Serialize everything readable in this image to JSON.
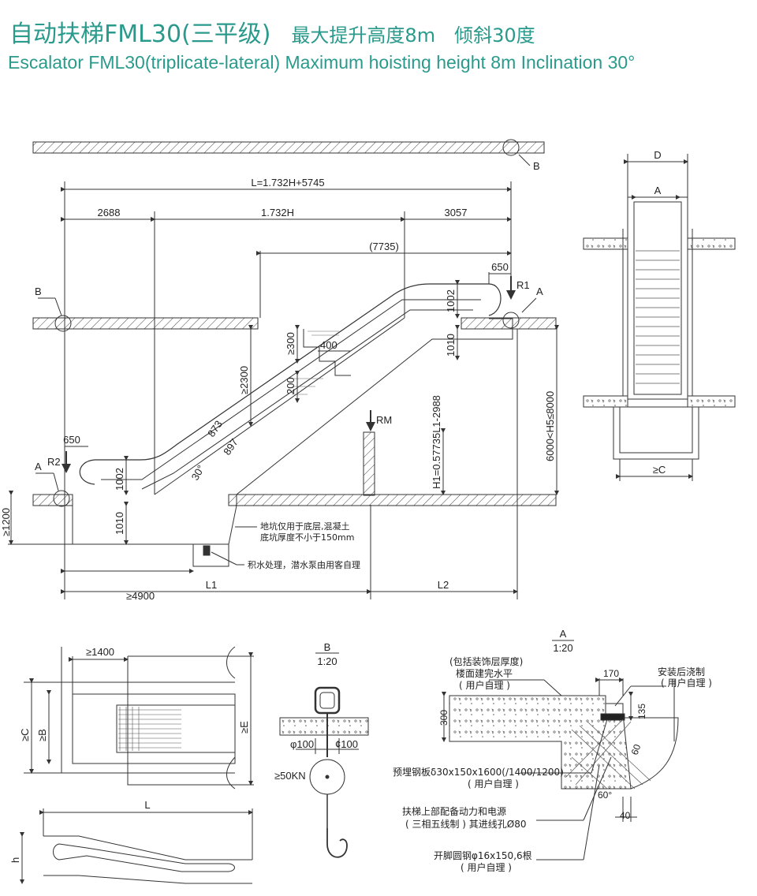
{
  "header": {
    "title_cn": "自动扶梯FML30(三平级)",
    "subtitle_cn": "最大提升高度8m　倾斜30度",
    "title_en": "Escalator FML30(triplicate-lateral)    Maximum hoisting height 8m Inclination 30°"
  },
  "colors": {
    "title": "#2a9a8c",
    "line": "#333333"
  },
  "side_view": {
    "dim_total": "L=1.732H+5745",
    "dim_left": "2688",
    "dim_mid": "1.732H",
    "dim_right": "3057",
    "dim_upper": "(7735)",
    "dim_650_top": "650",
    "dim_650_bottom": "650",
    "r1": "R1",
    "r2": "R2",
    "rm": "RM",
    "label_a_top": "A",
    "label_a_bottom": "A",
    "label_b_left": "B",
    "label_b_top": "B",
    "dim_1002_top": "1002",
    "dim_1010_top": "1010",
    "dim_1002_bottom": "1002",
    "dim_1010_bottom": "1010",
    "dim_300": "≥300",
    "dim_400": "400",
    "dim_200": "200",
    "dim_2300": "≥2300",
    "dim_873": "873",
    "dim_897": "897",
    "angle": "30°",
    "dim_h1": "H1=0.57735L1-2988",
    "dim_h5": "6000<H5≤8000",
    "dim_1200": "≥1200",
    "dim_4900": "≥4900",
    "dim_l1": "L1",
    "dim_l2": "L2",
    "note_pit_1": "地坑仅用于底层,混凝土",
    "note_pit_2": "底坑厚度不小于150mm",
    "note_water": "积水处理，潜水泵由用客自理"
  },
  "front_view": {
    "dim_d": "D",
    "dim_a": "A",
    "dim_c": "≥C"
  },
  "plan_view": {
    "dim_1400": "≥1400",
    "dim_c": "≥C",
    "dim_b": "≥B",
    "dim_e": "≥E",
    "dim_l": "L",
    "dim_h": "h"
  },
  "detail_b": {
    "label": "B",
    "scale": "1:20",
    "phi100": "φ100",
    "c100": "¢100",
    "load": "≥50KN"
  },
  "detail_a": {
    "label": "A",
    "scale": "1:20",
    "note_1": "(包括装饰层厚度)",
    "note_2": "楼面建完水平",
    "note_3": "( 用户自理 )",
    "note_install_1": "安装后浇制",
    "note_install_2": "( 用户自理 )",
    "dim_170": "170",
    "dim_135": "135",
    "dim_300": "300",
    "dim_60": "60",
    "angle_60": "60°",
    "dim_40": "40",
    "note_plate": "预埋钢板δ30x150x1600(/1400/1200)",
    "note_plate_2": "( 用户自理 )",
    "note_power_1": "扶梯上部配备动力和电源",
    "note_power_2": "( 三相五线制 ) 其进线孔Ø80",
    "note_steel": "开脚圆钢φ16x150,6根",
    "note_steel_2": "( 用户自理 )"
  }
}
